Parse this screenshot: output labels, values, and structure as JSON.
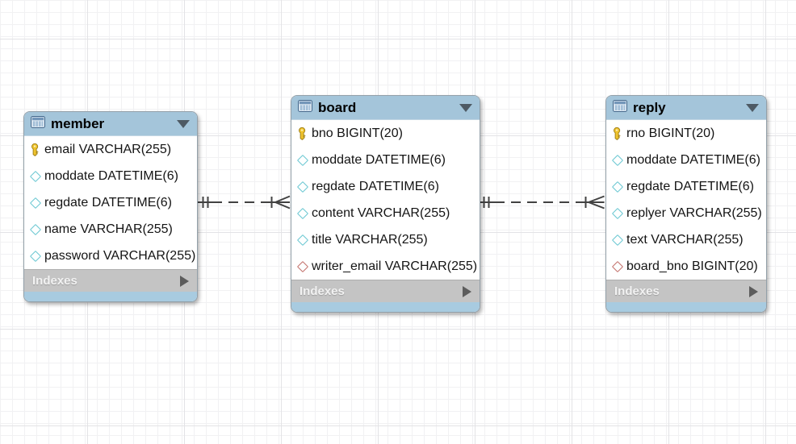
{
  "colors": {
    "header-blue": "#a4c5da",
    "strip-blue": "#a8cbe0",
    "footer-gray": "#c4c4c4",
    "grid-minor": "#f1f1f3",
    "grid-major": "#e3e3e6",
    "diamond-teal": "#6bc7d2",
    "diamond-fk-red": "#c4726c",
    "key-yellow": "#efc32e",
    "connector": "#424242"
  },
  "tables": [
    {
      "name": "member",
      "footer_label": "Indexes",
      "columns": [
        {
          "icon": "key",
          "label": "email VARCHAR(255)"
        },
        {
          "icon": "attribute",
          "label": "moddate DATETIME(6)"
        },
        {
          "icon": "attribute",
          "label": "regdate DATETIME(6)"
        },
        {
          "icon": "attribute",
          "label": "name VARCHAR(255)"
        },
        {
          "icon": "attribute",
          "label": "password VARCHAR(255)"
        }
      ]
    },
    {
      "name": "board",
      "footer_label": "Indexes",
      "columns": [
        {
          "icon": "key",
          "label": "bno BIGINT(20)"
        },
        {
          "icon": "attribute",
          "label": "moddate DATETIME(6)"
        },
        {
          "icon": "attribute",
          "label": "regdate DATETIME(6)"
        },
        {
          "icon": "attribute",
          "label": "content VARCHAR(255)"
        },
        {
          "icon": "attribute",
          "label": "title VARCHAR(255)"
        },
        {
          "icon": "foreign-key",
          "label": "writer_email VARCHAR(255)"
        }
      ]
    },
    {
      "name": "reply",
      "footer_label": "Indexes",
      "columns": [
        {
          "icon": "key",
          "label": "rno BIGINT(20)"
        },
        {
          "icon": "attribute",
          "label": "moddate DATETIME(6)"
        },
        {
          "icon": "attribute",
          "label": "regdate DATETIME(6)"
        },
        {
          "icon": "attribute",
          "label": "replyer VARCHAR(255)"
        },
        {
          "icon": "attribute",
          "label": "text VARCHAR(255)"
        },
        {
          "icon": "foreign-key",
          "label": "board_bno BIGINT(20)"
        }
      ]
    }
  ],
  "relationships": [
    {
      "from": "member",
      "to": "board",
      "cardinality": "one-to-many",
      "identifying": false,
      "line_style": "dashed"
    },
    {
      "from": "board",
      "to": "reply",
      "cardinality": "one-to-many",
      "identifying": false,
      "line_style": "dashed"
    }
  ]
}
